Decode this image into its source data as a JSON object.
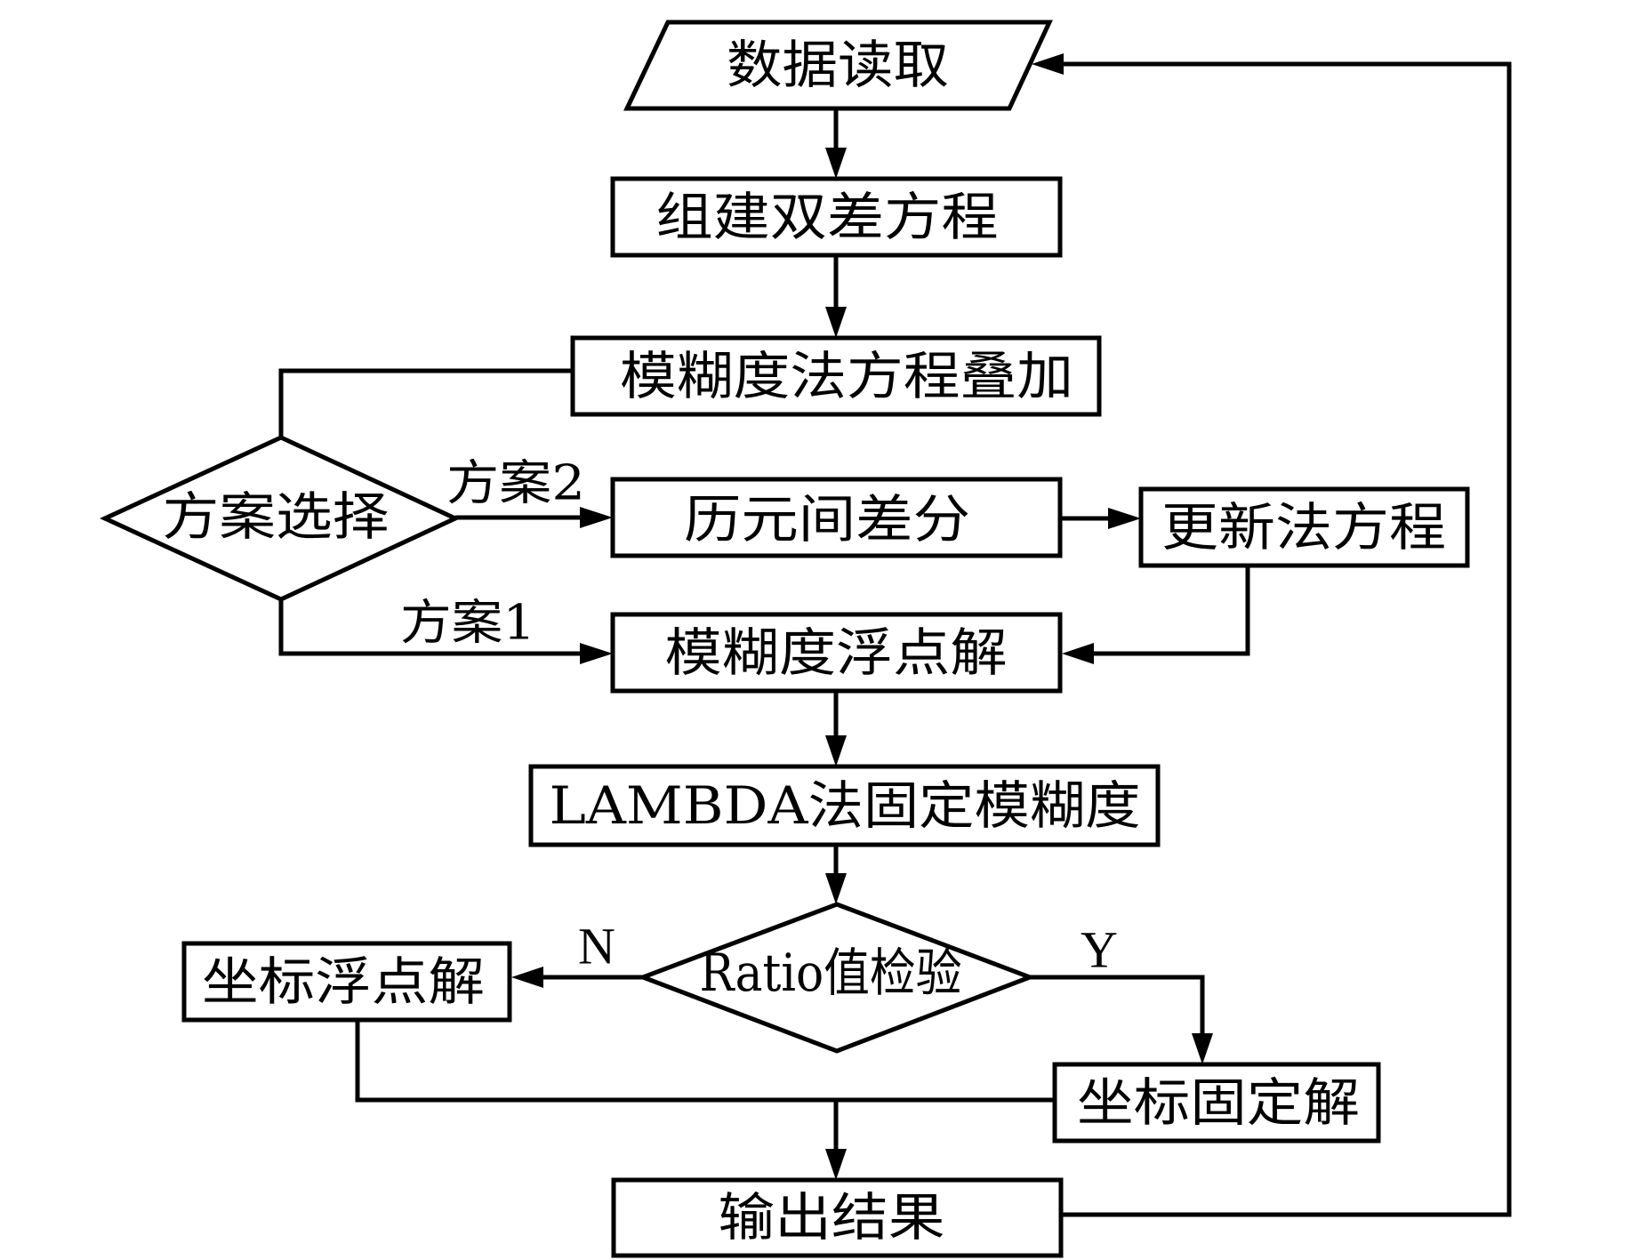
{
  "diagram": {
    "type": "flowchart",
    "nodes": {
      "data_read": {
        "label": "数据读取",
        "shape": "parallelogram"
      },
      "build_dd": {
        "label": "组建双差方程",
        "shape": "rect"
      },
      "normal_stack": {
        "label": "模糊度法方程叠加",
        "shape": "rect"
      },
      "scheme_select": {
        "label": "方案选择",
        "shape": "diamond"
      },
      "epoch_diff": {
        "label": "历元间差分",
        "shape": "rect"
      },
      "update_normal": {
        "label": "更新法方程",
        "shape": "rect"
      },
      "float_ambiguity": {
        "label": "模糊度浮点解",
        "shape": "rect"
      },
      "lambda_fix": {
        "label": "LAMBDA法固定模糊度",
        "shape": "rect"
      },
      "ratio_test": {
        "label": "Ratio值检验",
        "shape": "diamond"
      },
      "coord_float": {
        "label": "坐标浮点解",
        "shape": "rect"
      },
      "coord_fixed": {
        "label": "坐标固定解",
        "shape": "rect"
      },
      "output": {
        "label": "输出结果",
        "shape": "rect"
      }
    },
    "edge_labels": {
      "scheme2": "方案2",
      "scheme1": "方案1",
      "no": "N",
      "yes": "Y"
    },
    "edges": [
      {
        "from": "data_read",
        "to": "build_dd"
      },
      {
        "from": "build_dd",
        "to": "normal_stack"
      },
      {
        "from": "normal_stack",
        "to": "scheme_select"
      },
      {
        "from": "scheme_select",
        "to": "epoch_diff",
        "label": "方案2"
      },
      {
        "from": "epoch_diff",
        "to": "update_normal"
      },
      {
        "from": "update_normal",
        "to": "float_ambiguity"
      },
      {
        "from": "scheme_select",
        "to": "float_ambiguity",
        "label": "方案1"
      },
      {
        "from": "float_ambiguity",
        "to": "lambda_fix"
      },
      {
        "from": "lambda_fix",
        "to": "ratio_test"
      },
      {
        "from": "ratio_test",
        "to": "coord_float",
        "label": "N"
      },
      {
        "from": "ratio_test",
        "to": "coord_fixed",
        "label": "Y"
      },
      {
        "from": "coord_float",
        "to": "output"
      },
      {
        "from": "coord_fixed",
        "to": "output"
      },
      {
        "from": "output",
        "to": "data_read"
      }
    ],
    "colors": {
      "stroke": "#000000",
      "fill": "#ffffff",
      "text": "#000000"
    }
  }
}
